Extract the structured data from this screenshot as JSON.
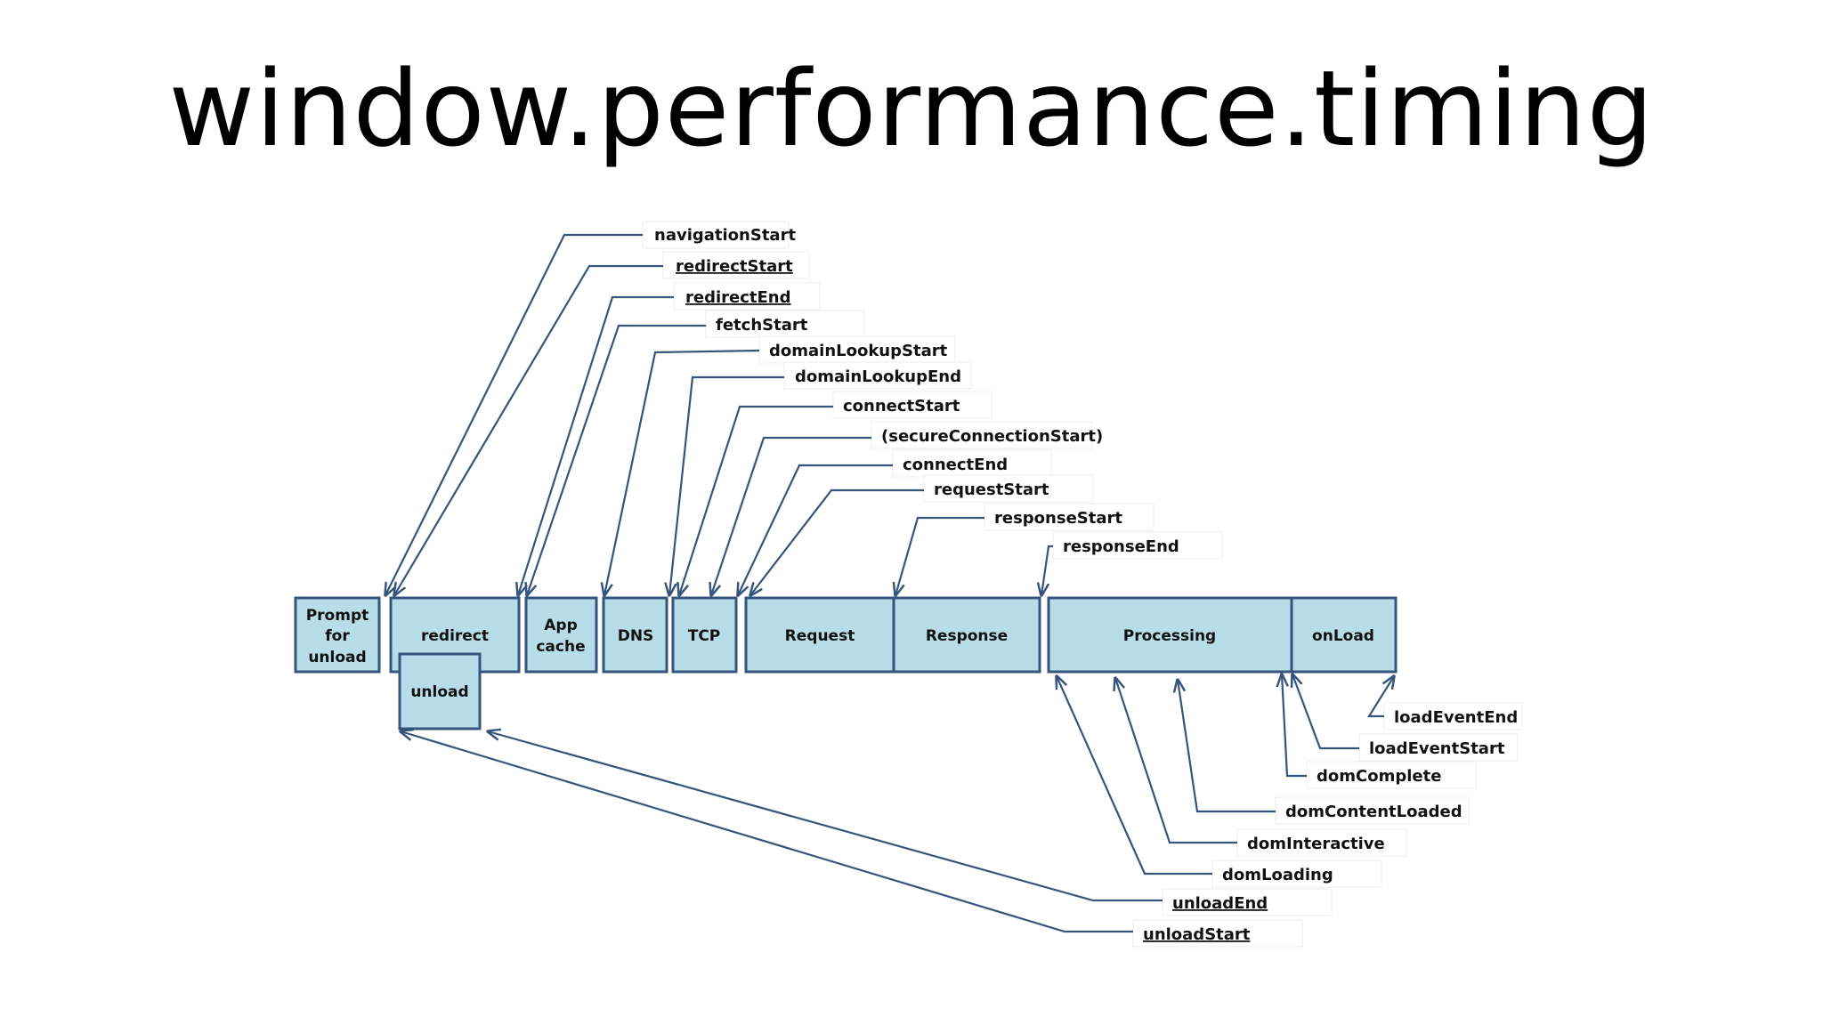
{
  "title": "window.performance.timing",
  "diagram": {
    "phases": {
      "prompt_for_unload": [
        "Prompt",
        "for",
        "unload"
      ],
      "redirect": "redirect",
      "unload": "unload",
      "app_cache": [
        "App",
        "cache"
      ],
      "dns": "DNS",
      "tcp": "TCP",
      "request": "Request",
      "response": "Response",
      "processing": "Processing",
      "onload": "onLoad"
    },
    "events": {
      "navigation_start": "navigationStart",
      "redirect_start": "redirectStart",
      "redirect_end": "redirectEnd",
      "fetch_start": "fetchStart",
      "domain_lookup_start": "domainLookupStart",
      "domain_lookup_end": "domainLookupEnd",
      "connect_start": "connectStart",
      "secure_connection_start": "(secureConnectionStart)",
      "connect_end": "connectEnd",
      "request_start": "requestStart",
      "response_start": "responseStart",
      "response_end": "responseEnd",
      "load_event_end": "loadEventEnd",
      "load_event_start": "loadEventStart",
      "dom_complete": "domComplete",
      "dom_content_loaded": "domContentLoaded",
      "dom_interactive": "domInteractive",
      "dom_loading": "domLoading",
      "unload_end": "unloadEnd",
      "unload_start": "unloadStart"
    },
    "colors": {
      "box_fill": "#b7dde8",
      "box_stroke": "#35557c",
      "arrow": "#35557c",
      "text": "#111111"
    }
  }
}
